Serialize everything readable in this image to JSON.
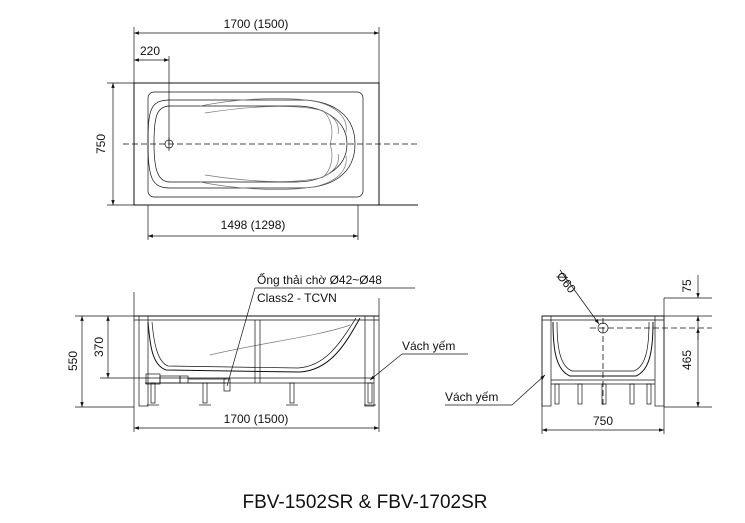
{
  "top_view": {
    "overall_length": "1700 (1500)",
    "drain_offset": "220",
    "width": "750",
    "inner_length": "1498 (1298)"
  },
  "side_view": {
    "drain_pipe_label": "Ống thải chờ Ø42~Ø48",
    "class_label": "Class2 - TCVN",
    "total_height": "550",
    "inner_height": "370",
    "length": "1700 (1500)",
    "apron_label": "Vách yếm"
  },
  "end_view": {
    "pipe_diameter": "Ø60",
    "top_offset": "75",
    "pipe_height": "465",
    "width": "750",
    "apron_label": "Vách yếm"
  },
  "title": "FBV-1502SR & FBV-1702SR"
}
